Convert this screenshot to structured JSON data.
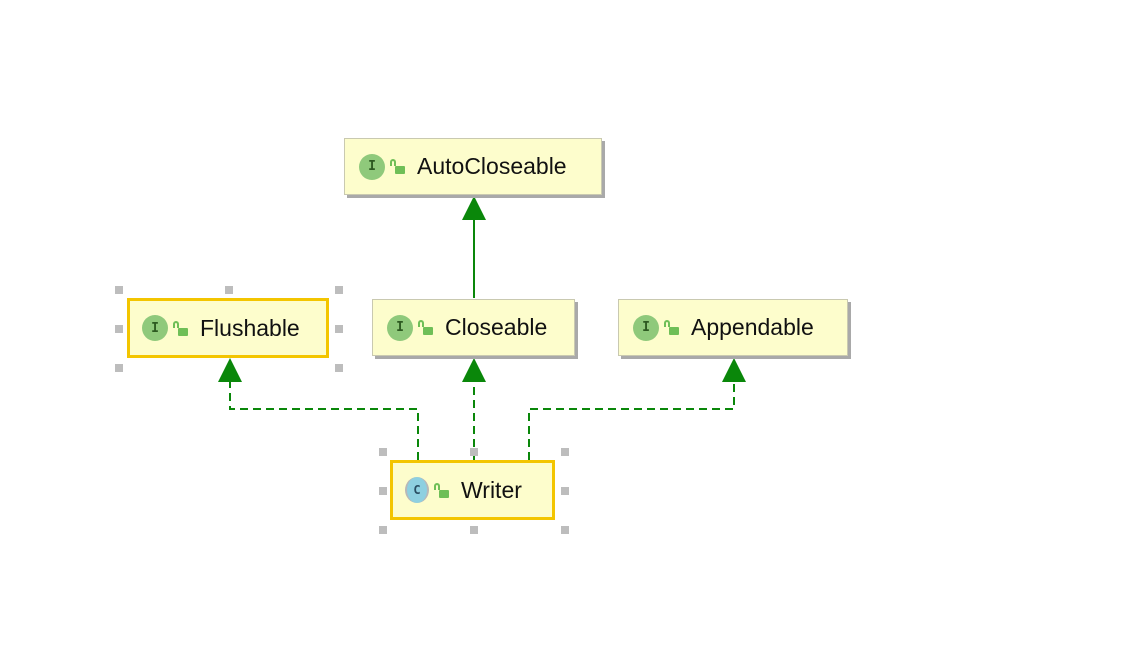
{
  "diagram": {
    "nodes": [
      {
        "id": "autocloseable",
        "kind": "interface",
        "badge": "I",
        "label": "AutoCloseable",
        "selected": false
      },
      {
        "id": "flushable",
        "kind": "interface",
        "badge": "I",
        "label": "Flushable",
        "selected": true
      },
      {
        "id": "closeable",
        "kind": "interface",
        "badge": "I",
        "label": "Closeable",
        "selected": false
      },
      {
        "id": "appendable",
        "kind": "interface",
        "badge": "I",
        "label": "Appendable",
        "selected": false
      },
      {
        "id": "writer",
        "kind": "class",
        "badge": "C",
        "label": "Writer",
        "selected": true
      }
    ],
    "edges": [
      {
        "from": "closeable",
        "to": "autocloseable",
        "type": "extends",
        "style": "solid"
      },
      {
        "from": "writer",
        "to": "flushable",
        "type": "implements",
        "style": "dashed"
      },
      {
        "from": "writer",
        "to": "closeable",
        "type": "implements",
        "style": "dashed"
      },
      {
        "from": "writer",
        "to": "appendable",
        "type": "implements",
        "style": "dashed"
      }
    ],
    "colors": {
      "edge": "#0a870a",
      "node_fill": "#fdfdcc",
      "selection": "#f3c500",
      "interface_badge": "#8fc97b",
      "class_badge": "#8ed0e0",
      "lock": "#6fbf57"
    },
    "icons": {
      "interface": "interface-icon",
      "class": "class-icon",
      "visibility": "open-lock-icon"
    }
  }
}
